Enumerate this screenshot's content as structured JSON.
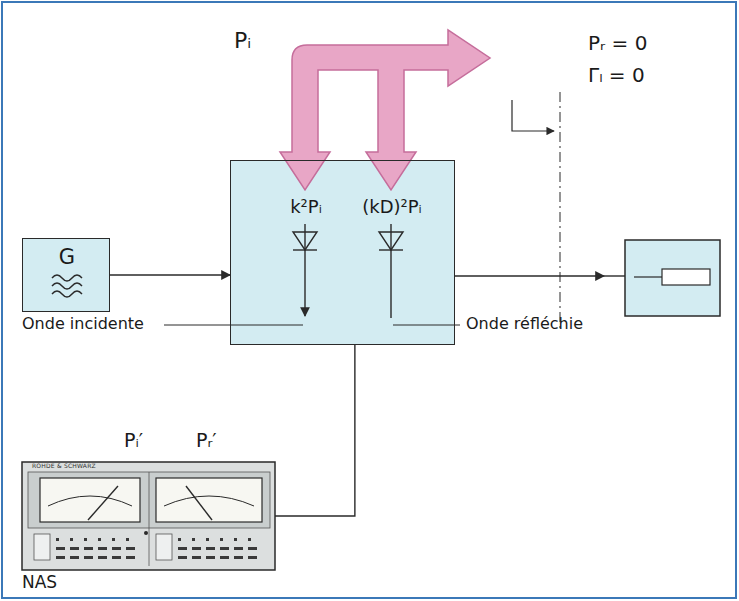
{
  "diagram": {
    "nodes": [
      {
        "text": [
          "G"
        ]
      },
      {
        "text": [
          "k²Pᵢ",
          "(kD)²Pᵢ"
        ]
      },
      {
        "text": [
          "NAS"
        ]
      }
    ],
    "edges": [
      {
        "from": 0,
        "to": 1,
        "arrow": "to"
      },
      {
        "from": 1,
        "to": 2,
        "arrow": "none"
      }
    ],
    "labels": [
      "Pᵢ",
      "Pᵣ = 0",
      "Γₗ = 0",
      "Onde incidente",
      "Onde réfléchie",
      "Pᵢ′",
      "Pᵣ′",
      "ROHDE & SCHWARZ"
    ]
  }
}
